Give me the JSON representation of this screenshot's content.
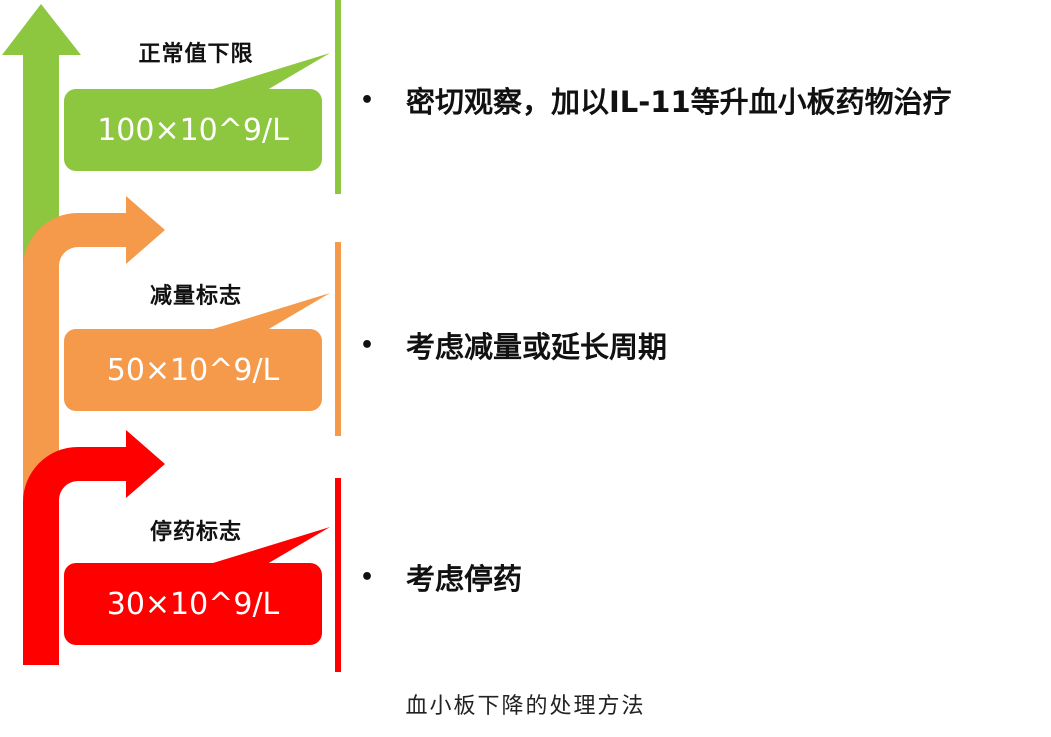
{
  "colors": {
    "green": "#8dc63f",
    "orange": "#f59a4b",
    "red": "#ff0000",
    "text": "#111111"
  },
  "levels": [
    {
      "name": "正常值下限",
      "threshold": "100×10^9/L",
      "action": "密切观察，加以IL-11等升血小板药物治疗",
      "color": "#8dc63f"
    },
    {
      "name": "减量标志",
      "threshold": "50×10^9/L",
      "action": "考虑减量或延长周期",
      "color": "#f59a4b"
    },
    {
      "name": "停药标志",
      "threshold": "30×10^9/L",
      "action": "考虑停药",
      "color": "#ff0000"
    }
  ],
  "bullet_symbol": "•",
  "caption": "血小板下降的处理方法"
}
